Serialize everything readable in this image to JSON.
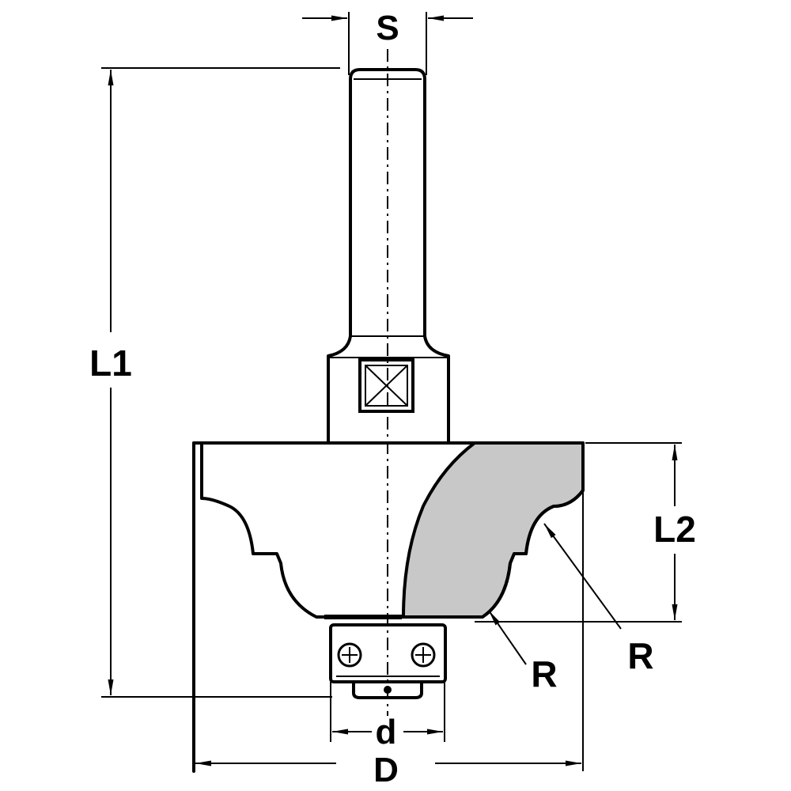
{
  "drawing": {
    "labels": {
      "shank_diameter": "S",
      "total_length": "L1",
      "cutting_length": "L2",
      "radius_lower": "R",
      "radius_upper": "R",
      "bearing_diameter": "d",
      "cutting_diameter": "D"
    },
    "colors": {
      "line": "#000000",
      "cutter_fill": "#c8c8c8",
      "background": "#ffffff"
    }
  }
}
